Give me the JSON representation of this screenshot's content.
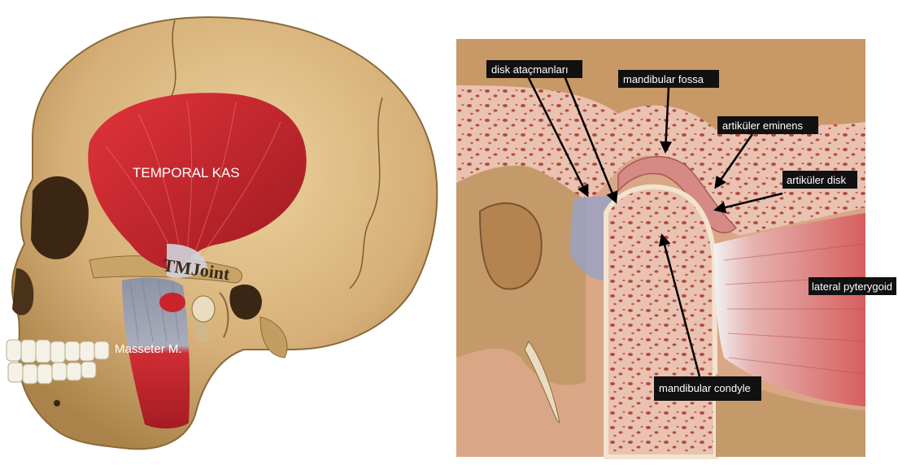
{
  "left_panel": {
    "temporal_label": "TEMPORAL KAS",
    "masseter_label": "Masseter M.",
    "tmj_label": "TMJoint"
  },
  "right_panel": {
    "labels": {
      "disk_attachments": "disk ataçmanları",
      "mandibular_fossa": "mandibular fossa",
      "articular_eminence": "artiküler eminens",
      "articular_disc": "artiküler disk",
      "lateral_pterygoid": "lateral pyterygoid",
      "mandibular_condyle": "mandibular condyle"
    }
  },
  "colors": {
    "skull": "#d9b77d",
    "skull_shadow": "#b08a4f",
    "muscle_red": "#c9242b",
    "tendon_grey": "#b5b8c4",
    "bone_marrow": "#e8b9a8",
    "bone_pore": "#b2473f",
    "label_box": "#111111"
  }
}
